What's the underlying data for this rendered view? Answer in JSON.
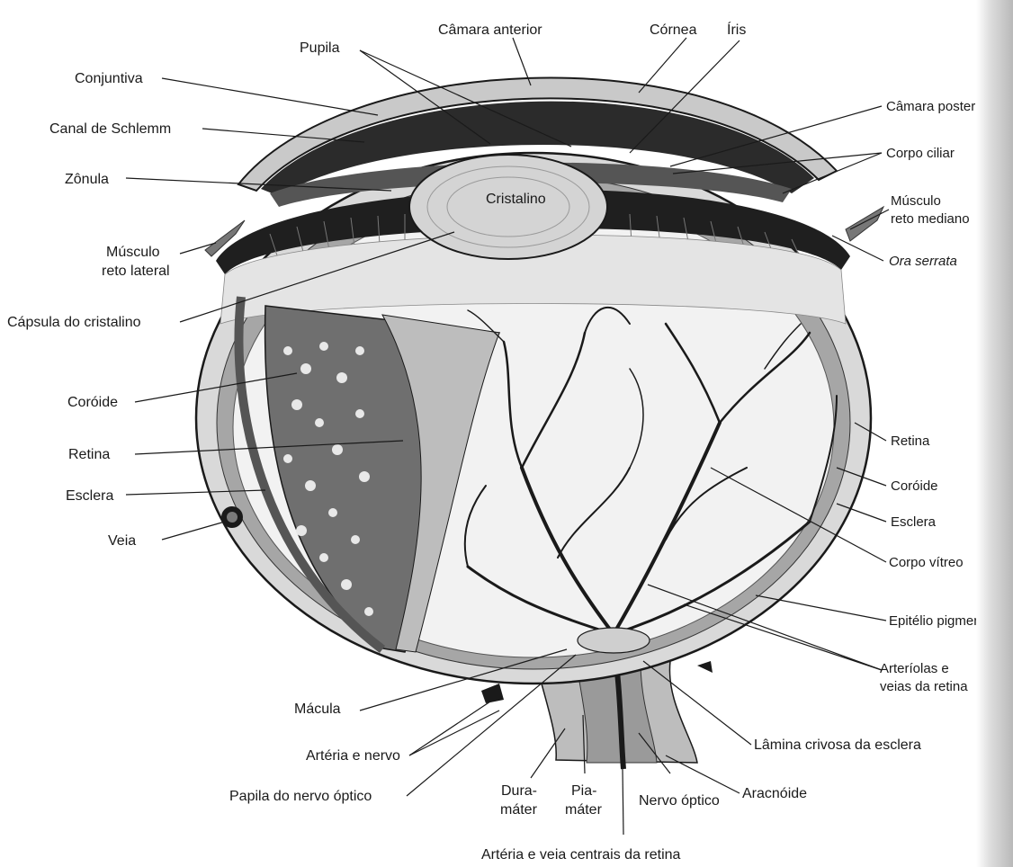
{
  "labels": {
    "camara_anterior": "Câmara anterior",
    "cornea": "Córnea",
    "iris": "Íris",
    "pupila": "Pupila",
    "conjuntiva": "Conjuntiva",
    "canal_schlemm": "Canal de Schlemm",
    "zonula": "Zônula",
    "musculo_reto_lateral_1": "Músculo",
    "musculo_reto_lateral_2": "reto lateral",
    "capsula_cristalino": "Cápsula do cristalino",
    "coroide_left": "Coróide",
    "retina_left": "Retina",
    "esclera_left": "Esclera",
    "veia": "Veia",
    "camara_posterior": "Câmara posterior",
    "corpo_ciliar": "Corpo ciliar",
    "musculo_reto_mediano_1": "Músculo",
    "musculo_reto_mediano_2": "reto mediano",
    "ora_serrata": "Ora serrata",
    "cristalino": "Cristalino",
    "retina_right": "Retina",
    "coroide_right": "Coróide",
    "esclera_right": "Esclera",
    "corpo_vitreo": "Corpo vítreo",
    "epitelio_pigmentar": "Epitélio pigmentar",
    "arteriolas_1": "Arteríolas e",
    "arteriolas_2": "veias da retina",
    "macula": "Mácula",
    "arteria_nervo": "Artéria e nervo",
    "papila": "Papila do nervo óptico",
    "dura_1": "Dura-",
    "dura_2": "máter",
    "pia_1": "Pia-",
    "pia_2": "máter",
    "nervo_optico": "Nervo óptico",
    "aracnoide": "Aracnóide",
    "lamina_crivosa": "Lâmina crivosa da esclera",
    "arteria_veia_centrais": "Artéria e veia centrais da retina"
  },
  "colors": {
    "ink": "#1a1a1a",
    "dark_fill": "#2b2b2b",
    "mid_fill": "#8e8e8e",
    "light_fill": "#cfcfcf",
    "paper": "#ffffff"
  }
}
